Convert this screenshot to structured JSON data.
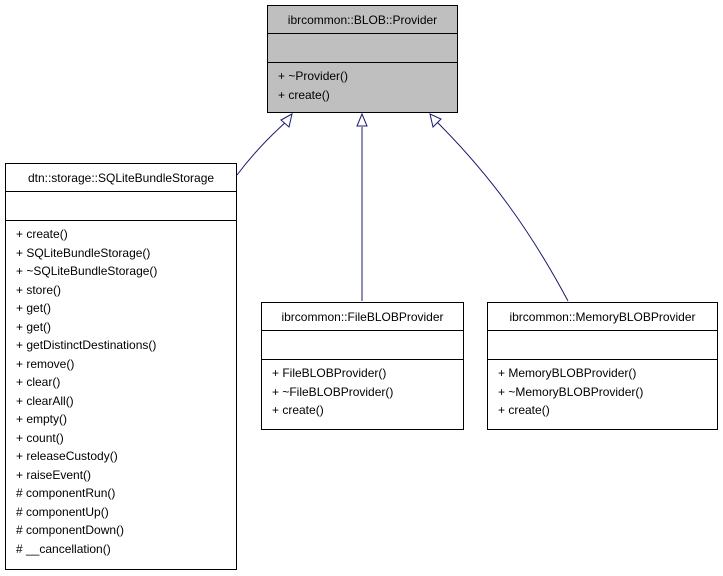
{
  "diagram": {
    "base_class": {
      "name": "ibrcommon::BLOB::Provider",
      "operations": [
        "+ ~Provider()",
        "+ create()"
      ]
    },
    "derived_classes": [
      {
        "id": "sqlite",
        "name": "dtn::storage::SQLiteBundleStorage",
        "operations": [
          "+ create()",
          "+ SQLiteBundleStorage()",
          "+ ~SQLiteBundleStorage()",
          "+ store()",
          "+ get()",
          "+ get()",
          "+ getDistinctDestinations()",
          "+ remove()",
          "+ clear()",
          "+ clearAll()",
          "+ empty()",
          "+ count()",
          "+ releaseCustody()",
          "+ raiseEvent()",
          "# componentRun()",
          "# componentUp()",
          "# componentDown()",
          "# __cancellation()"
        ]
      },
      {
        "id": "file",
        "name": "ibrcommon::FileBLOBProvider",
        "operations": [
          "+ FileBLOBProvider()",
          "+ ~FileBLOBProvider()",
          "+ create()"
        ]
      },
      {
        "id": "memory",
        "name": "ibrcommon::MemoryBLOBProvider",
        "operations": [
          "+ MemoryBLOBProvider()",
          "+ ~MemoryBLOBProvider()",
          "+ create()"
        ]
      }
    ],
    "colors": {
      "base_fill": "#bfbfbf",
      "edge": "#191970",
      "border": "#000000"
    }
  }
}
